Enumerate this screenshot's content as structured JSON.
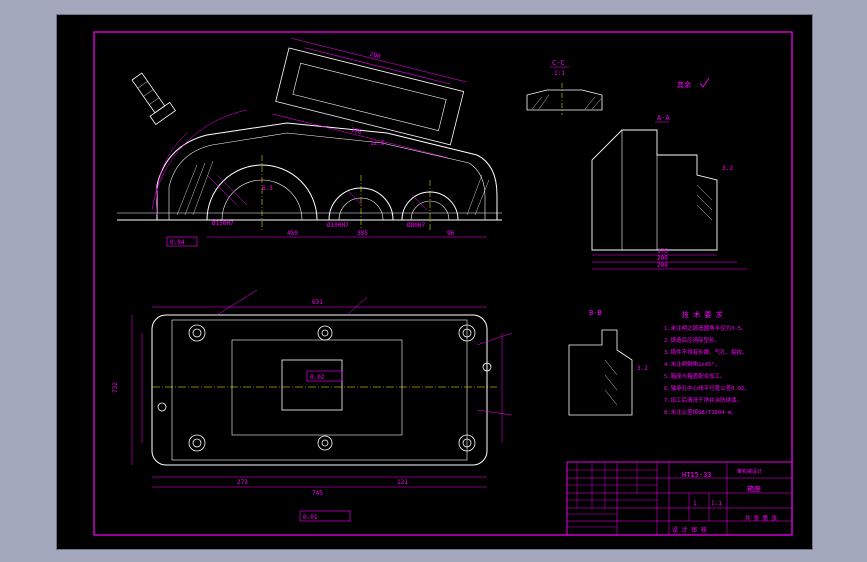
{
  "drawing": {
    "tech_req_title": "技 术 要 求",
    "tech_req": [
      "1.未注明之铸造圆角半径为3-5。",
      "2.铸造后应清除型砂。",
      "3.铸件不得有砂眼、气孔、裂纹。",
      "4.未注明倒角1x45°。",
      "5.箱座与箱盖配合加工。",
      "6.轴承孔中心线平行度公差0.02。",
      "7.加工后清洗干净并涂防锈漆。",
      "8.未注公差按GB/T1804-m。"
    ],
    "title_block": {
      "material": "HT15-33",
      "part_name": "箱座",
      "company": "某机械设计",
      "scale": "1:1",
      "qty": "1",
      "approval": "设 计 审 核",
      "sheet": "共 张 第 张"
    },
    "section_labels": {
      "c_c": "C-C",
      "c_c_scale": "1:1",
      "a_a": "A-A",
      "b_b": "B-B",
      "other": "其余"
    },
    "dims": {
      "d1": "450",
      "d2": "732",
      "d3": "Ø150H7",
      "d4": "Ø100H7",
      "d5": "Ø80H7",
      "d6": "385",
      "d7": "631",
      "d8": "745",
      "d9": "273",
      "d10": "131",
      "d11": "96",
      "d12": "176",
      "d13": "200",
      "d14": "208",
      "d15": "0.04",
      "d16": "0.02",
      "d17": "0.01",
      "d18": "6.3",
      "d19": "12.5",
      "d20": "3.2"
    }
  }
}
